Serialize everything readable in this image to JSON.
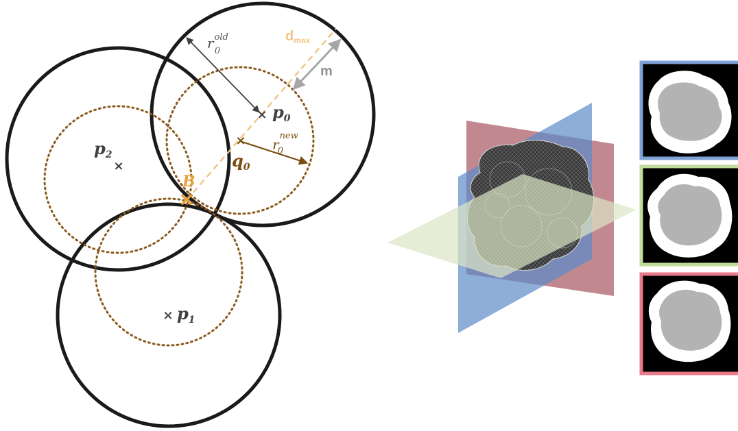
{
  "labels": {
    "r0_old": {
      "base": "r",
      "sub": "0",
      "sup": "old"
    },
    "d_max": {
      "base": "d",
      "sub": "max"
    },
    "m": "m",
    "p0": {
      "base": "p",
      "sub": "0"
    },
    "r0_new": {
      "base": "r",
      "sub": "0",
      "sup": "new"
    },
    "q0": {
      "base": "q",
      "sub": "0"
    },
    "p2": {
      "base": "p",
      "sub": "2"
    },
    "B": "B",
    "p1": {
      "base": "p",
      "sub": "1"
    }
  },
  "colors": {
    "circle": "#1a1a1a",
    "dotted": "#8B5A1B",
    "orange": "#E8A33C",
    "light_orange": "#F3C489",
    "gray_arrow": "#A6A6A6",
    "dark_arrow": "#404040",
    "brown": "#7A4D0F",
    "plane_red": "#A85560",
    "plane_blue": "#5B8BC9",
    "plane_green": "#DCE6C4",
    "panel_blue": "#7FA2D6",
    "panel_green": "#C2DC9B",
    "panel_red": "#E87A8A"
  }
}
